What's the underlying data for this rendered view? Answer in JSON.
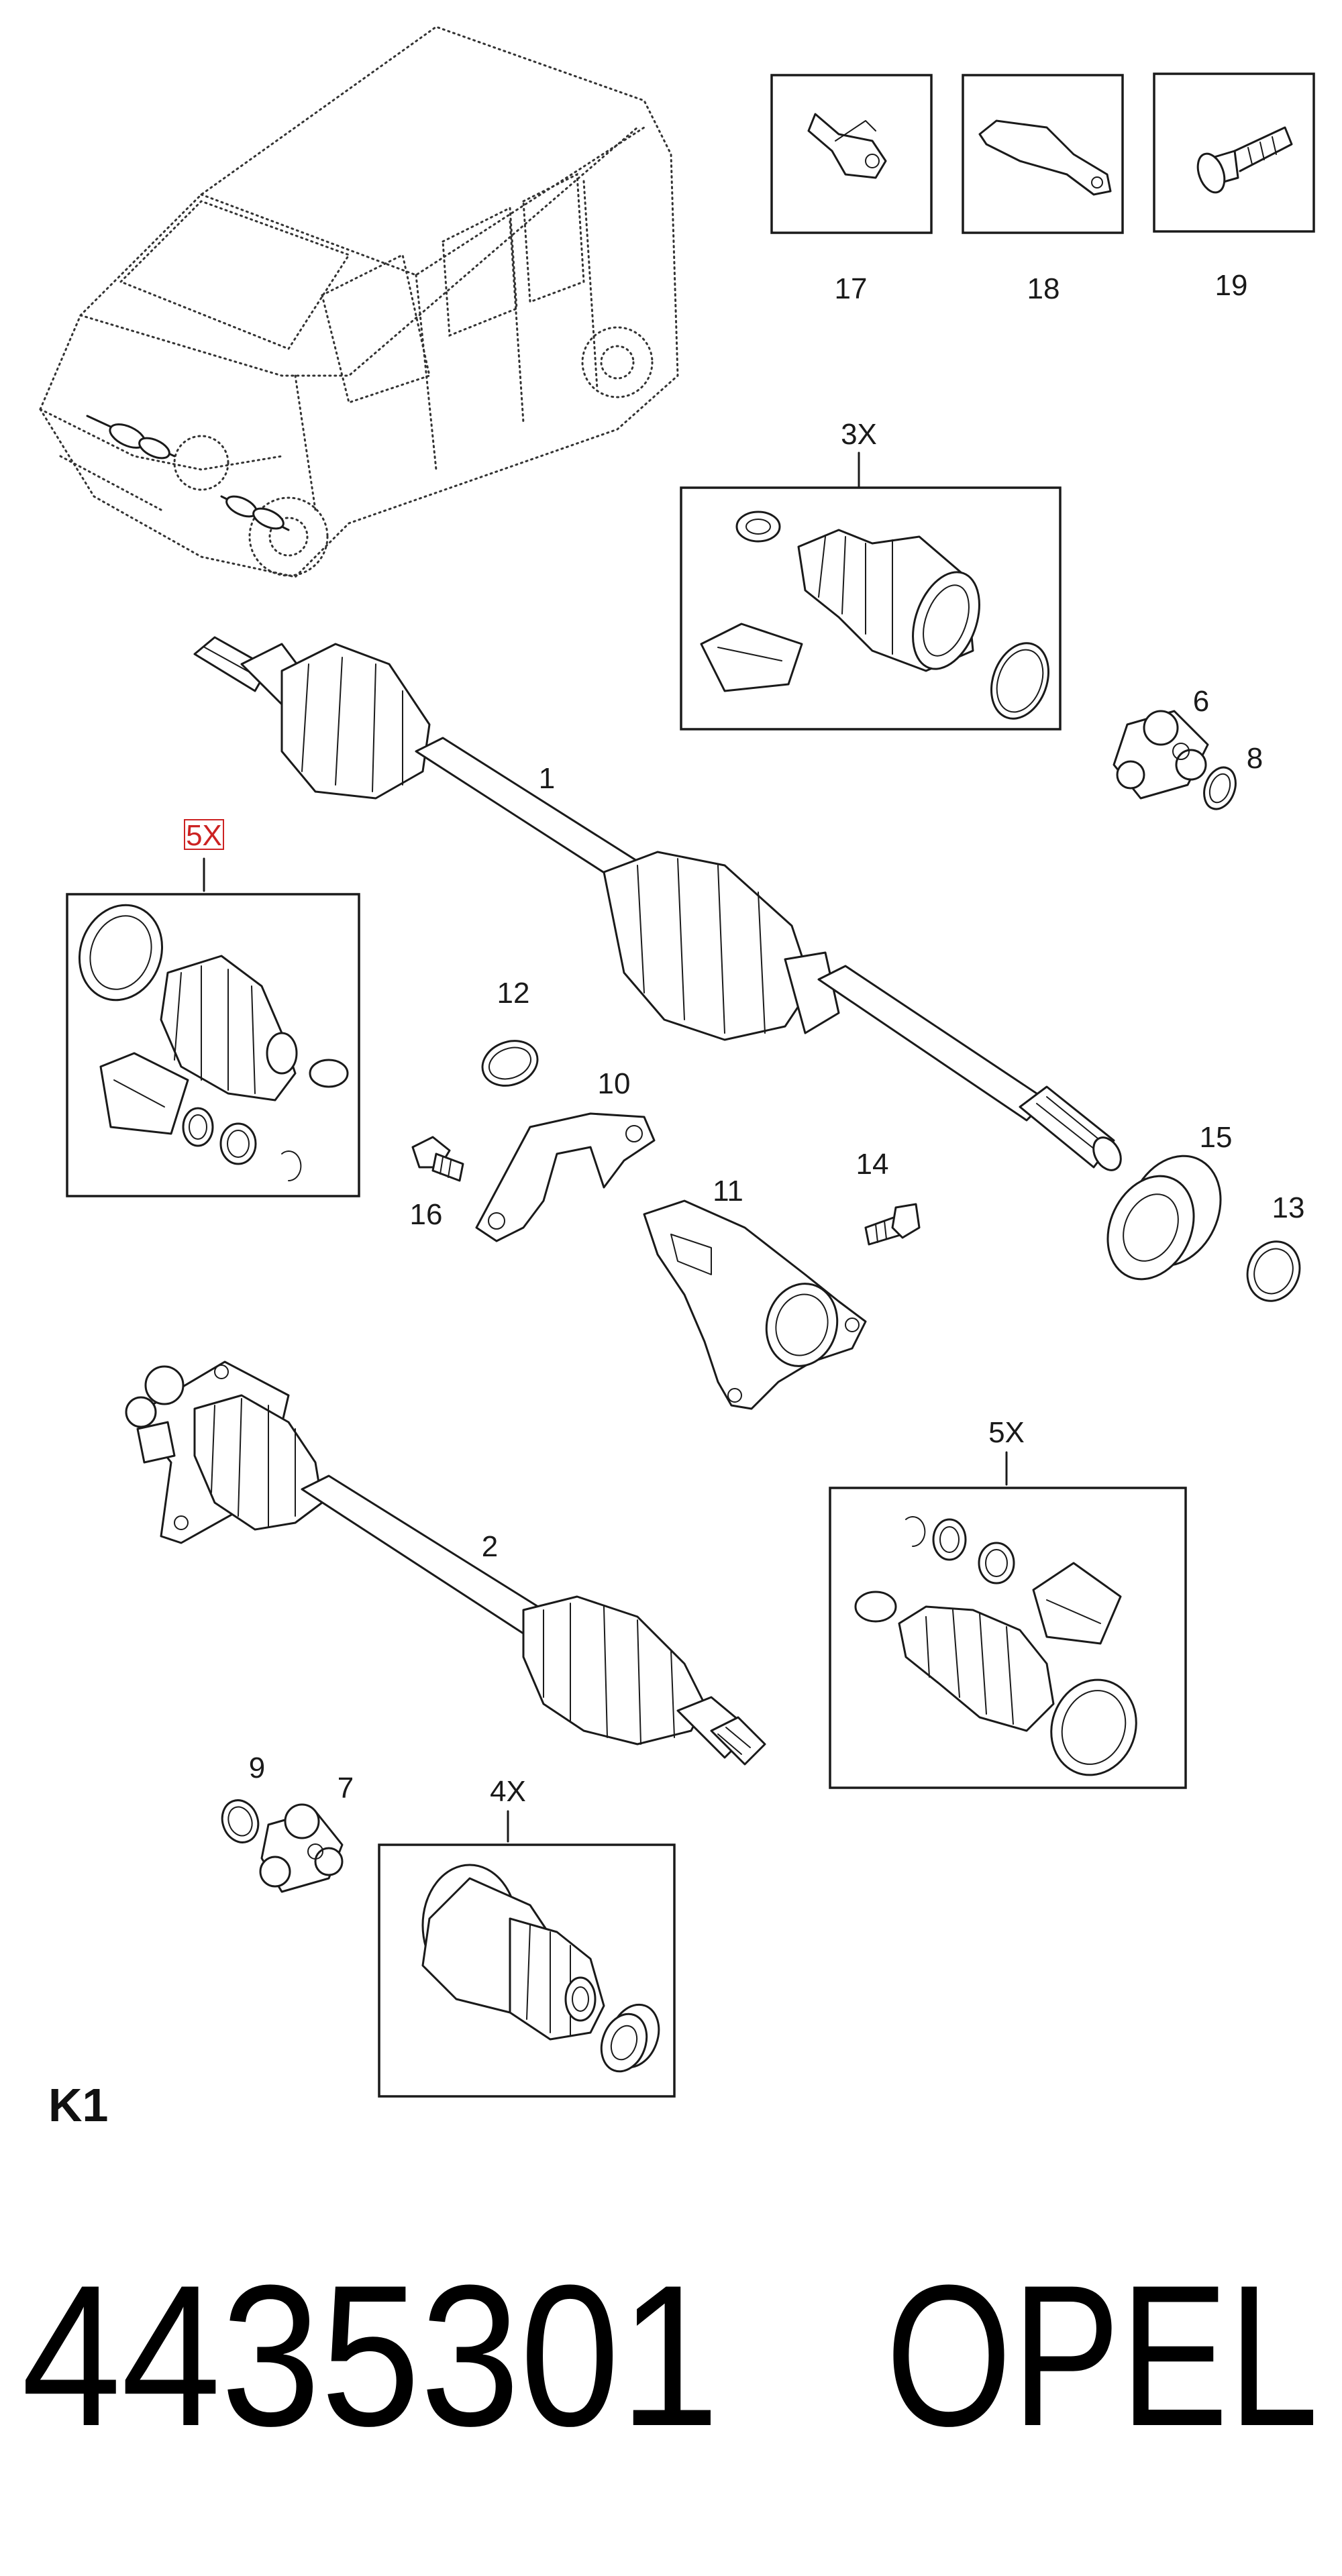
{
  "labels": {
    "l1": "1",
    "l2": "2",
    "l3x": "3X",
    "l4x": "4X",
    "l5x_left": "5X",
    "l5x_right": "5X",
    "l6": "6",
    "l7": "7",
    "l8": "8",
    "l9": "9",
    "l10": "10",
    "l11": "11",
    "l12": "12",
    "l13": "13",
    "l14": "14",
    "l15": "15",
    "l16": "16",
    "l17": "17",
    "l18": "18",
    "l19": "19"
  },
  "section_code": "K1",
  "part_number": "4435301",
  "brand": "OPEL",
  "colors": {
    "line": "#1a1a1a",
    "highlight": "#cc2222"
  }
}
